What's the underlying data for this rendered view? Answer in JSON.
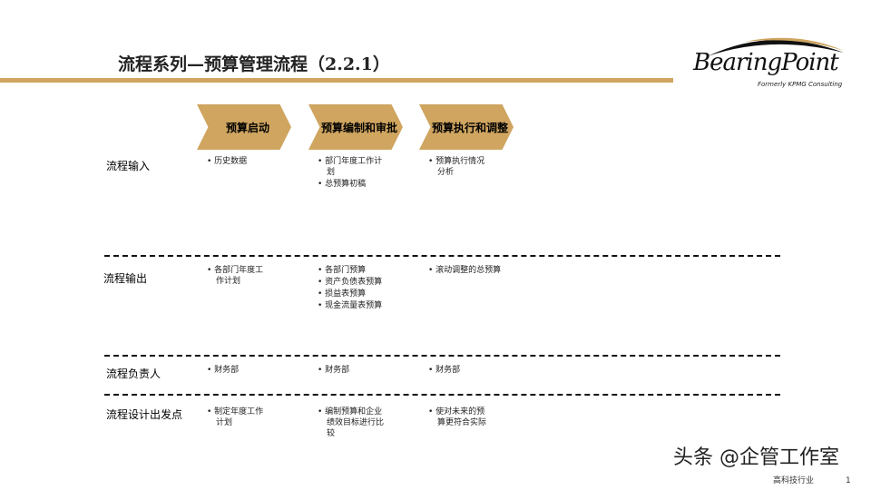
{
  "title": "流程系列—预算管理流程（2.2.1）",
  "logo": {
    "name": "BearingPoint",
    "tagline": "Formerly KPMG Consulting"
  },
  "colors": {
    "accent": "#CFA560"
  },
  "stages": [
    "预算启动",
    "预算编制和审批",
    "预算执行和调整"
  ],
  "rows": [
    {
      "label": "流程输入",
      "cells": [
        [
          "历史数据"
        ],
        [
          "部门年度工作计划",
          "总预算初稿"
        ],
        [
          "预算执行情况分析"
        ]
      ]
    },
    {
      "label": "流程输出",
      "cells": [
        [
          "各部门年度工作计划"
        ],
        [
          "各部门预算",
          "资产负债表预算",
          "损益表预算",
          "现金流量表预算"
        ],
        [
          "滚动调整的总预算"
        ]
      ]
    },
    {
      "label": "流程负责人",
      "cells": [
        [
          "财务部"
        ],
        [
          "财务部"
        ],
        [
          "财务部"
        ]
      ]
    },
    {
      "label": "流程设计出发点",
      "cells": [
        [
          "制定年度工作计划"
        ],
        [
          "编制预算和企业绩效目标进行比较"
        ],
        [
          "使对未来的预算更符合实际"
        ]
      ]
    }
  ],
  "watermark": "头条 @企管工作室",
  "footer": {
    "industry": "高科技行业",
    "page": "1"
  }
}
